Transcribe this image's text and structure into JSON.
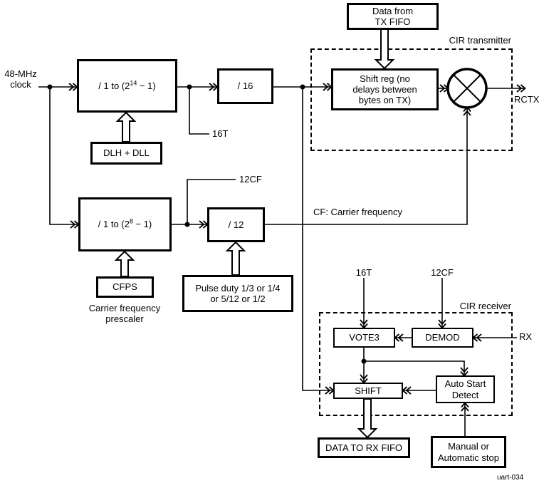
{
  "figure": {
    "id": "uart-034"
  },
  "colors": {
    "ink": "#000000",
    "background": "#ffffff"
  },
  "blocks": {
    "data_from_tx_fifo": "Data from\nTX FIFO",
    "shift_reg": "Shift reg (no\ndelays between\nbytes on TX)",
    "divider_main": {
      "pre": "/ 1 to (2",
      "sup": "14",
      "post": " − 1)"
    },
    "dlh_dll": "DLH + DLL",
    "div16": "/ 16",
    "divider_carrier": {
      "pre": "/ 1 to (2",
      "sup": "8",
      "post": " − 1)"
    },
    "cfps": "CFPS",
    "div12": "/ 12",
    "pulse_duty": "Pulse duty 1/3 or 1/4\nor 5/12 or 1/2",
    "vote3": "VOTE3",
    "demod": "DEMOD",
    "shift": "SHIFT",
    "auto_start_detect": "Auto Start\nDetect",
    "data_to_rx_fifo": "DATA TO RX FIFO",
    "manual_stop": "Manual or\nAutomatic stop"
  },
  "labels": {
    "clock": "48-MHz\nclock",
    "cir_transmitter": "CIR transmitter",
    "cir_receiver": "CIR receiver",
    "rctx": "RCTX",
    "rx": "RX",
    "t16_tap": "16T",
    "cf12_tap": "12CF",
    "t16_rx": "16T",
    "cf12_rx": "12CF",
    "cf_note": "CF: Carrier frequency",
    "carrier_prescaler": "Carrier frequency\nprescaler"
  }
}
